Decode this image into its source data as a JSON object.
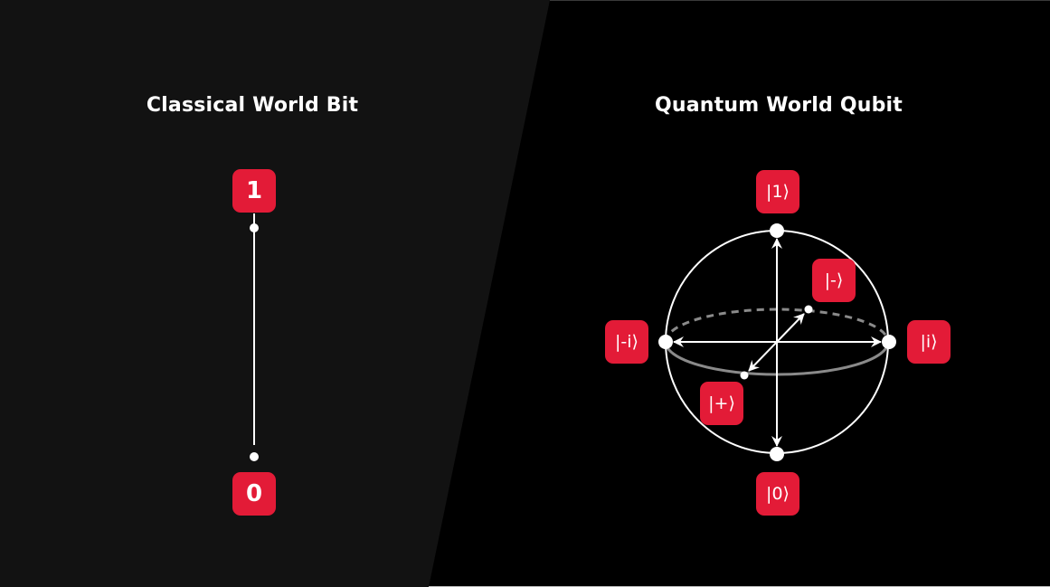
{
  "colors": {
    "left_background": "#121212",
    "right_background": "#000000",
    "badge_red": "#e31b37",
    "line_white": "#ffffff",
    "equator_gray": "#8a8a8a"
  },
  "classical": {
    "title": "Classical World Bit",
    "states": [
      {
        "label": "1",
        "position": "top"
      },
      {
        "label": "0",
        "position": "bottom"
      }
    ]
  },
  "quantum": {
    "title": "Quantum World Qubit",
    "states": [
      {
        "label": "|1⟩",
        "position": "north"
      },
      {
        "label": "|0⟩",
        "position": "south"
      },
      {
        "label": "|-i⟩",
        "position": "west"
      },
      {
        "label": "|i⟩",
        "position": "east"
      },
      {
        "label": "|-⟩",
        "position": "back"
      },
      {
        "label": "|+⟩",
        "position": "front"
      }
    ]
  }
}
